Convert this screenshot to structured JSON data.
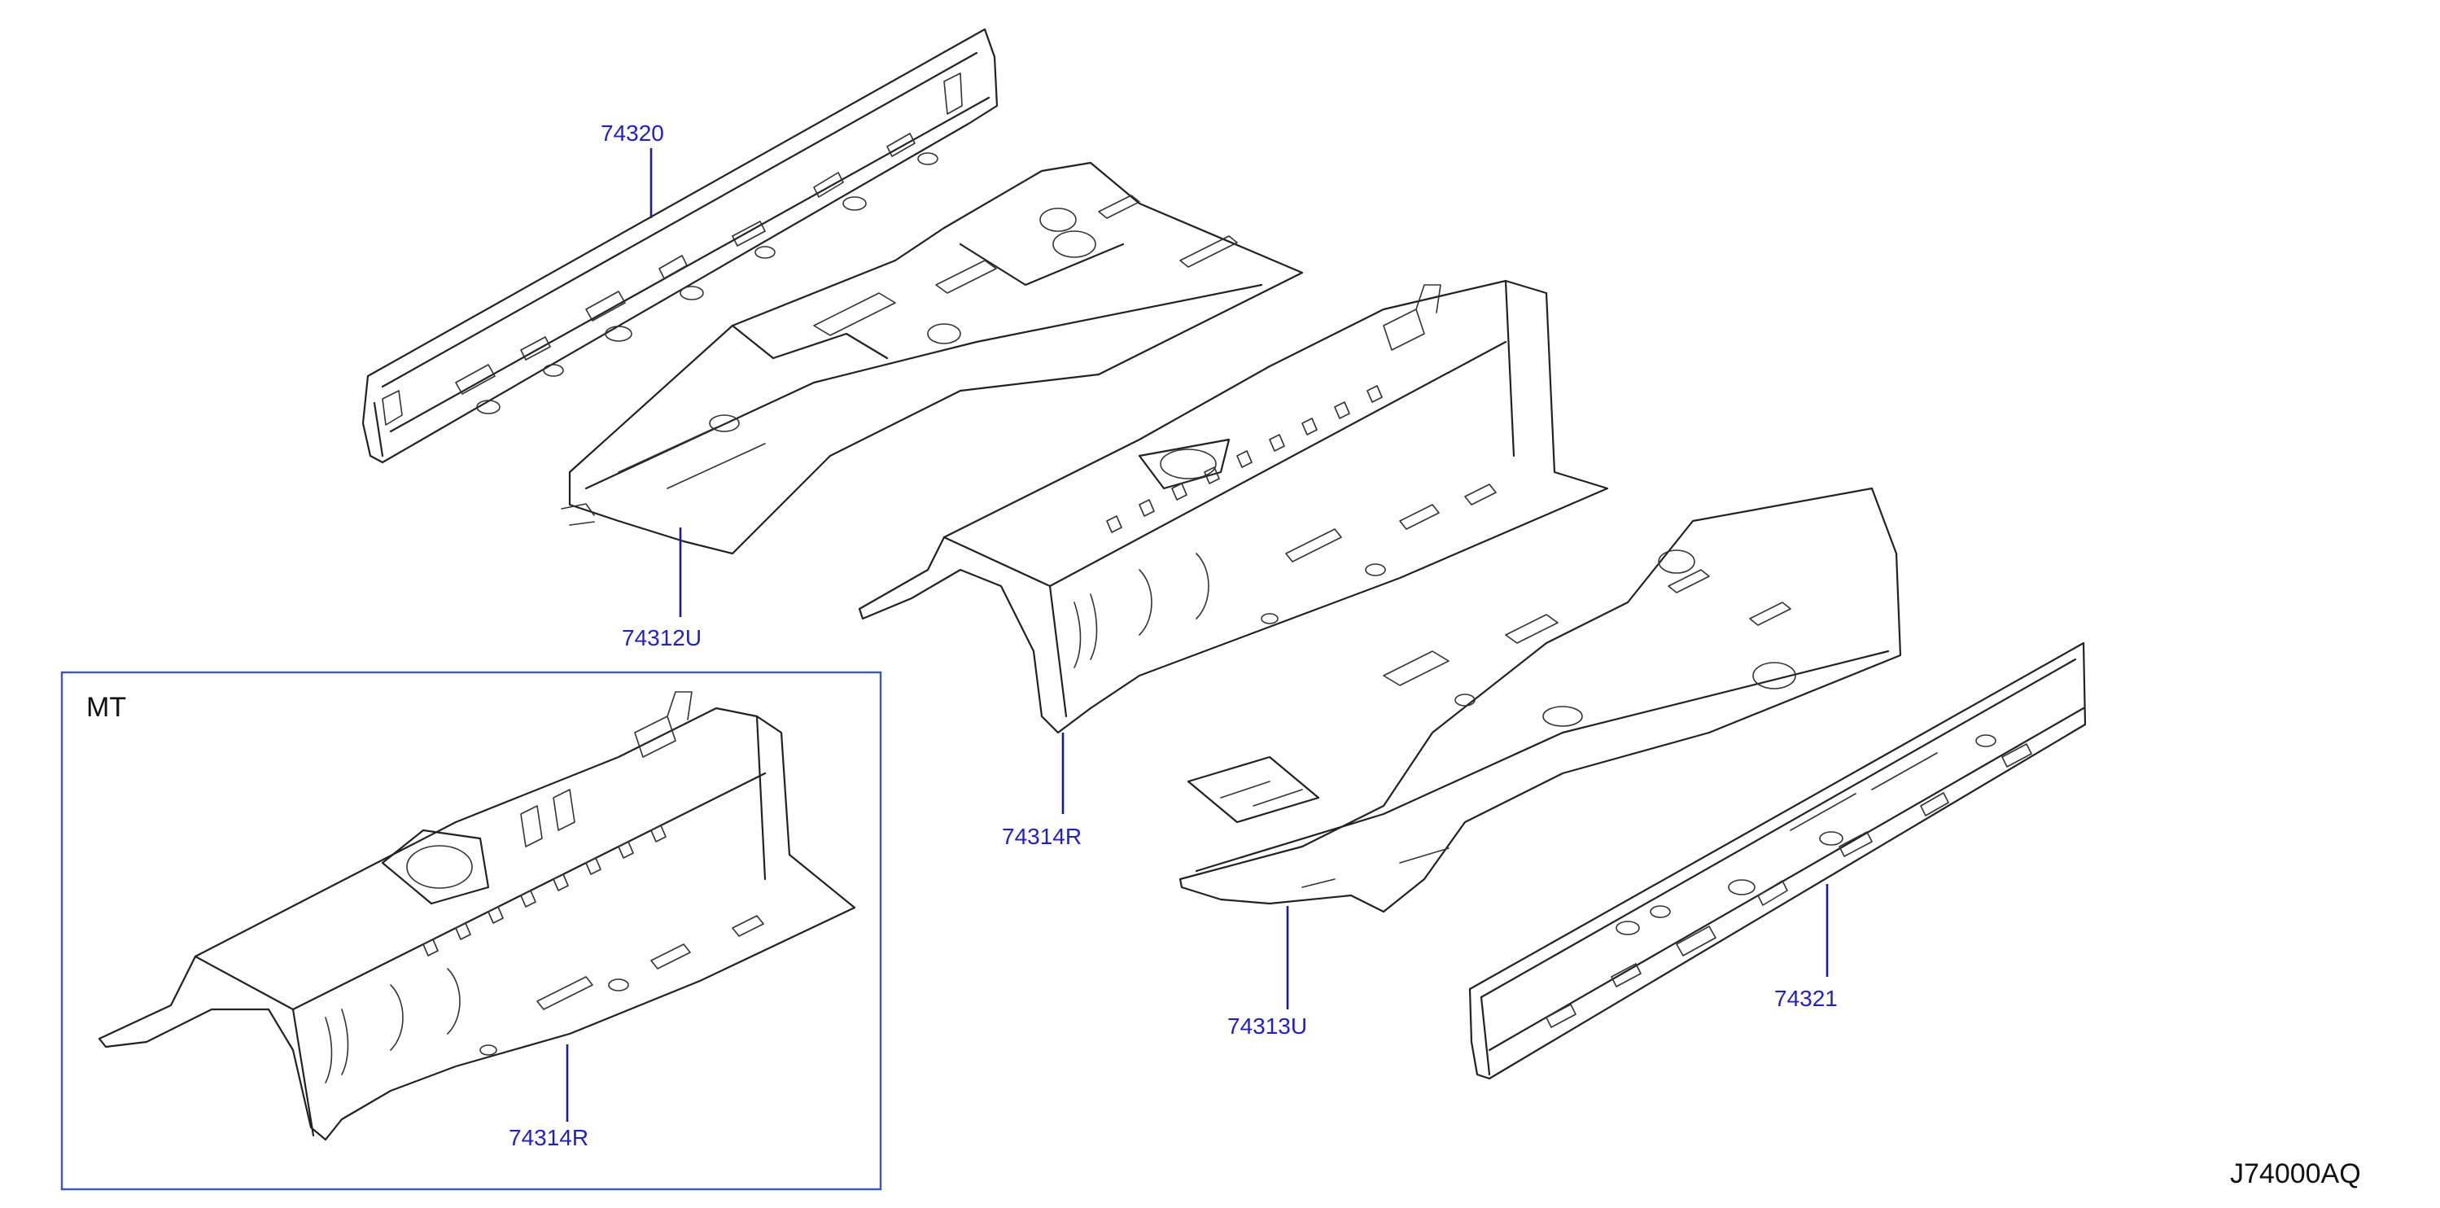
{
  "callouts": {
    "c74320": "74320",
    "c74312u": "74312U",
    "c74314r_main": "74314R",
    "c74313u": "74313U",
    "c74321": "74321",
    "c74314r_mt": "74314R"
  },
  "inset": {
    "label": "MT"
  },
  "diagram_code": "J74000AQ",
  "colors": {
    "callout": "#1f1fcc",
    "leader": "#1a1aa6",
    "inset_border": "#3a55c8",
    "line": "#222222"
  }
}
